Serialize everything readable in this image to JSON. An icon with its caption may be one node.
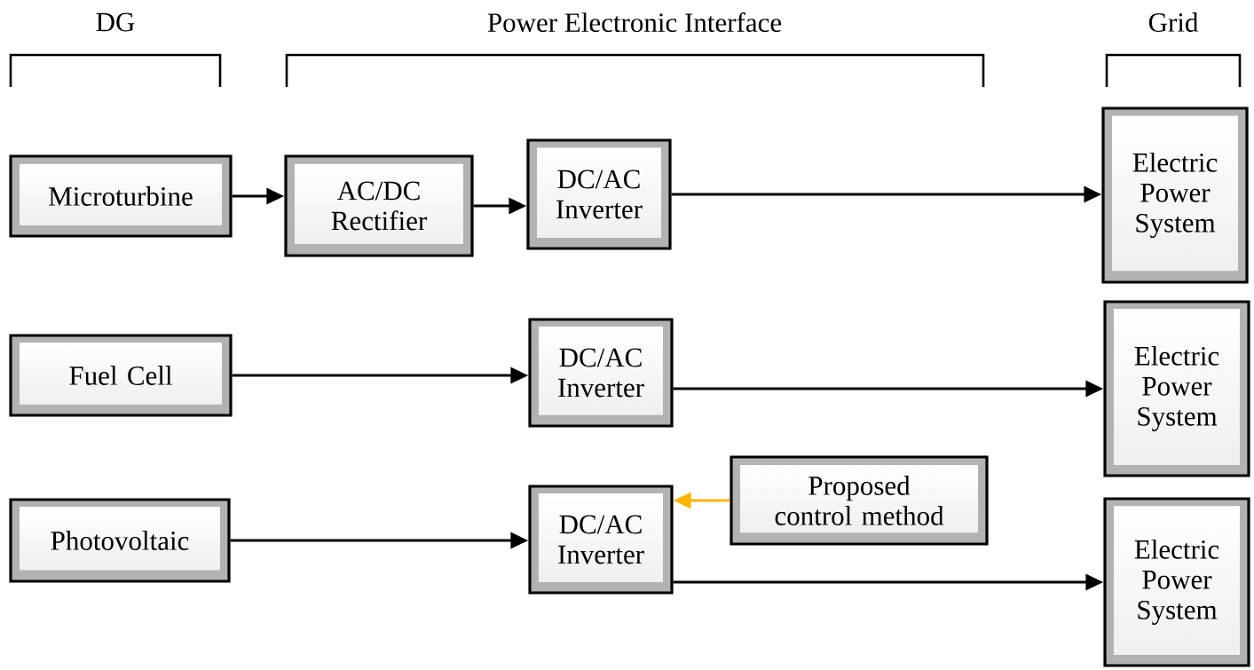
{
  "diagram": {
    "nodes": [
      {
        "text": [
          "Microturbine"
        ]
      },
      {
        "text": [
          "AC/DC Rectifier"
        ]
      },
      {
        "text": [
          "DC/AC Inverter"
        ]
      },
      {
        "text": [
          "Electric Power System"
        ]
      },
      {
        "text": [
          "Fuel Cell"
        ]
      },
      {
        "text": [
          "DC/AC Inverter"
        ]
      },
      {
        "text": [
          "Electric Power System"
        ]
      },
      {
        "text": [
          "Proposed control method"
        ]
      },
      {
        "text": [
          "Photovoltaic"
        ]
      },
      {
        "text": [
          "DC/AC Inverter"
        ]
      },
      {
        "text": [
          "Electric Power System"
        ]
      }
    ],
    "edges": [
      {
        "from": 0,
        "to": 1,
        "arrow": "to"
      },
      {
        "from": 1,
        "to": 2,
        "arrow": "to"
      },
      {
        "from": 2,
        "to": 3,
        "arrow": "to"
      },
      {
        "from": 4,
        "to": 5,
        "arrow": "to"
      },
      {
        "from": 5,
        "to": 6,
        "arrow": "to"
      },
      {
        "from": 8,
        "to": 9,
        "arrow": "to"
      },
      {
        "from": 7,
        "to": 9,
        "arrow": "to",
        "color": "#ffb400"
      },
      {
        "from": 9,
        "to": 10,
        "arrow": "to"
      }
    ],
    "labels": [
      "DG",
      "Power Electronic Interface",
      "Grid"
    ]
  }
}
